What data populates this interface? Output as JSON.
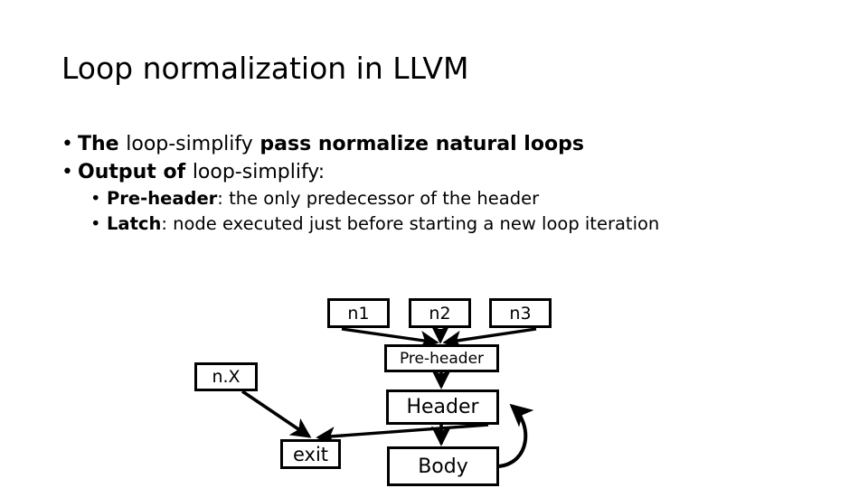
{
  "slide": {
    "title": "Loop normalization in LLVM",
    "background_color": "#ffffff",
    "text_color": "#000000"
  },
  "bullets": [
    {
      "level": 1,
      "marker": "•",
      "runs": [
        {
          "text": "The ",
          "bold": true
        },
        {
          "text": "loop-simplify",
          "bold": false
        },
        {
          "text": " pass normalize natural loops",
          "bold": true
        }
      ]
    },
    {
      "level": 1,
      "marker": "•",
      "runs": [
        {
          "text": "Output of ",
          "bold": true
        },
        {
          "text": "loop-simplify:",
          "bold": false
        }
      ]
    },
    {
      "level": 2,
      "marker": "•",
      "runs": [
        {
          "text": "Pre-header",
          "bold": true
        },
        {
          "text": ": the only predecessor of the header",
          "bold": false
        }
      ]
    },
    {
      "level": 2,
      "marker": "•",
      "runs": [
        {
          "text": "Latch",
          "bold": true
        },
        {
          "text": ": node executed just before starting a new loop iteration",
          "bold": false
        }
      ]
    }
  ],
  "diagram": {
    "stroke_color": "#000000",
    "fill_color": "#ffffff",
    "nodes": {
      "n1": "n1",
      "n2": "n2",
      "n3": "n3",
      "nx": "n.X",
      "preheader": "Pre-header",
      "header": "Header",
      "exit": "exit",
      "body": "Body"
    },
    "edges": [
      {
        "from": "n1",
        "to": "preheader",
        "style": "straight"
      },
      {
        "from": "n2",
        "to": "preheader",
        "style": "straight"
      },
      {
        "from": "n3",
        "to": "preheader",
        "style": "straight"
      },
      {
        "from": "preheader",
        "to": "header",
        "style": "straight"
      },
      {
        "from": "header",
        "to": "body",
        "style": "straight"
      },
      {
        "from": "body",
        "to": "header",
        "style": "curved-back-edge"
      },
      {
        "from": "header",
        "to": "exit",
        "style": "straight"
      },
      {
        "from": "nx",
        "to": "exit",
        "style": "straight"
      }
    ]
  }
}
